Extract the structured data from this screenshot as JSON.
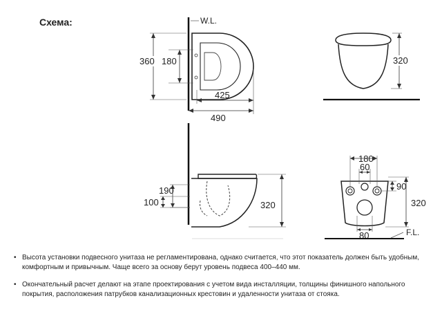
{
  "title": "Схема:",
  "labels": {
    "wall_line": "W.L.",
    "floor_line": "F.L."
  },
  "top_view": {
    "dims": {
      "height_total": "360",
      "height_mount": "180",
      "depth_bowl": "425",
      "depth_total": "490"
    }
  },
  "front_view_small": {
    "dims": {
      "height": "320"
    }
  },
  "side_view": {
    "dims": {
      "upper_pipe": "190",
      "lower_pipe": "100",
      "height": "320"
    }
  },
  "rear_view": {
    "dims": {
      "width_top": "180",
      "width_mid": "60",
      "height_upper": "90",
      "height_total": "320",
      "outlet_width": "80"
    }
  },
  "notes": [
    "Высота установки подвесного унитаза не регламентирована, однако считается, что этот показатель должен быть удобным, комфортным и привычным. Чаще всего за основу берут уровень подвеса 400–440 мм.",
    "Окончательный расчет делают на этапе проектирования с учетом вида инсталляции, толщины финишного напольного покрытия, расположения патрубков канализационных крестовин и удаленности унитаза от стояка."
  ],
  "bullet_symbol": "•"
}
